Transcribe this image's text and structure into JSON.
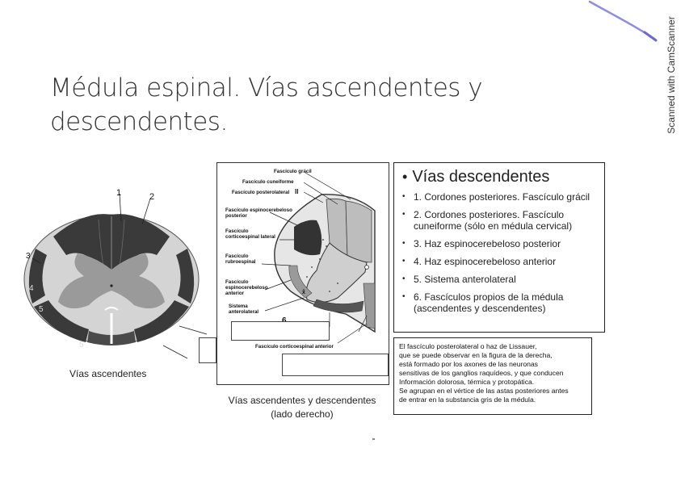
{
  "title": {
    "line1": "Médula espinal. Vías ascendentes y",
    "line2": "descendentes."
  },
  "watermark": "Scanned with CamScanner",
  "left_figure": {
    "caption": "Vías ascendentes",
    "numbers": [
      "1",
      "2",
      "3",
      "4",
      "5",
      "5"
    ]
  },
  "middle_figure": {
    "labels": {
      "gracil": "Fascículo grácil",
      "cuneiforme": "Fascículo cuneiforme",
      "posterolateral": "Fascículo posterolateral",
      "espino_post_1": "Fascículo espinocerebeloso",
      "espino_post_2": "posterior",
      "cortico_lat_1": "Fascículo",
      "cortico_lat_2": "corticoespinal lateral",
      "rubro_1": "Fascículo",
      "rubro_2": "rubroespinal",
      "espino_ant_1": "Fascículo",
      "espino_ant_2": "espinocerebeloso",
      "espino_ant_3": "anterior",
      "sistema_1": "Sistema",
      "sistema_2": "anterolateral",
      "cortico_ant": "Fascículo corticoespinal anterior"
    },
    "marks": {
      "roman": "II",
      "six": "6",
      "x": "x"
    },
    "caption_line1": "Vías ascendentes y descendentes",
    "caption_line2": "(lado derecho)"
  },
  "right_panel": {
    "bullet": "•",
    "title": "Vías descendentes",
    "items": [
      "1. Cordones posteriores. Fascículo grácil",
      "2. Cordones posteriores. Fascículo cuneiforme (sólo en médula cervical)",
      "3. Haz espinocerebeloso posterior",
      "4. Haz espinocerebeloso anterior",
      "5. Sistema anterolateral",
      "6. Fascículos propios de la médula (ascendentes y descendentes)"
    ]
  },
  "note": {
    "lines": [
      "El fascículo posterolateral o haz de Lissauer,",
      "que se puede observar en la figura de la derecha,",
      "está formado por los axones de las neuronas",
      "sensitivas de los ganglios raquídeos, y que conducen",
      " Información dolorosa, térmica y protopática.",
      "Se agrupan en el vértice de las astas posteriores antes",
      "de entrar en la substancia gris de la médula."
    ]
  },
  "colors": {
    "dark_tract": "#333333",
    "grey_matter": "#9a9a9a",
    "white_matter": "#d4d4d4",
    "pen_stroke": "#8e8ee0"
  }
}
